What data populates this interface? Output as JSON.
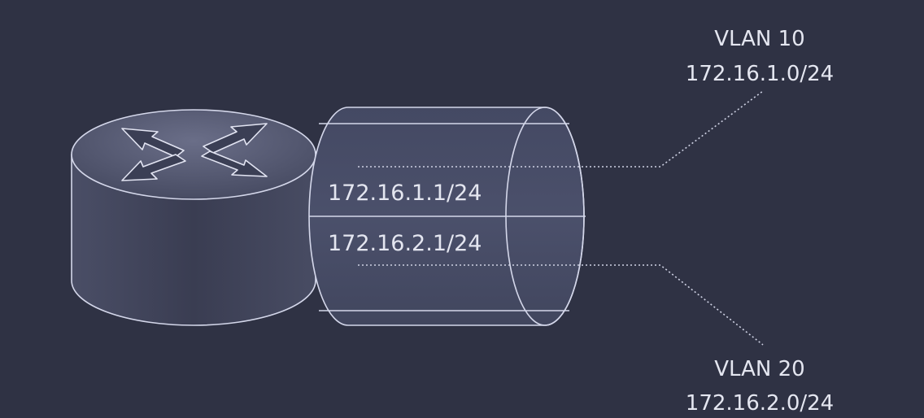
{
  "diagram": {
    "router": {
      "icon": "router-icon"
    },
    "trunk": {
      "icon": "trunk-link-cylinder",
      "subinterface_1": "172.16.1.1/24",
      "subinterface_2": "172.16.2.1/24"
    },
    "vlan_top": {
      "name": "VLAN 10",
      "network": "172.16.1.0/24"
    },
    "vlan_bottom": {
      "name": "VLAN 20",
      "network": "172.16.2.0/24"
    }
  },
  "colors": {
    "background": "#2f3244",
    "outline": "#d4d7ea",
    "text": "#e4e6f0",
    "router_top": "#565a72",
    "router_body": "#3f4257",
    "trunk_fill": "#444a63"
  }
}
